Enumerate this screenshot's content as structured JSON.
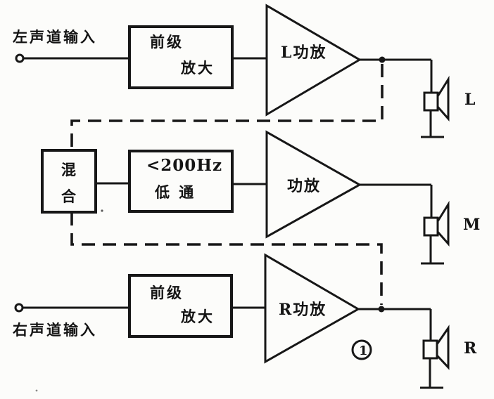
{
  "palette": {
    "ink": "#171717",
    "paper": "#fcfcfa"
  },
  "inputs": {
    "left": {
      "label": "左声道输入"
    },
    "right": {
      "label": "右声道输入"
    }
  },
  "blocks": {
    "preamp_left": {
      "line1": "前级",
      "line2": "放大"
    },
    "preamp_right": {
      "line1": "前级",
      "line2": "放大"
    },
    "mixer": {
      "char1": "混",
      "char2": "合"
    },
    "lowpass": {
      "line1": "<200Hz",
      "line2": "低  通"
    }
  },
  "amplifiers": {
    "left": {
      "label": "L功放"
    },
    "mid": {
      "label": "功放"
    },
    "right": {
      "label": "R功放"
    }
  },
  "speakers": {
    "left": {
      "label": "L"
    },
    "mid": {
      "label": "M"
    },
    "right": {
      "label": "R"
    }
  },
  "figure_mark": {
    "digit": "1",
    "glyph": "①"
  }
}
